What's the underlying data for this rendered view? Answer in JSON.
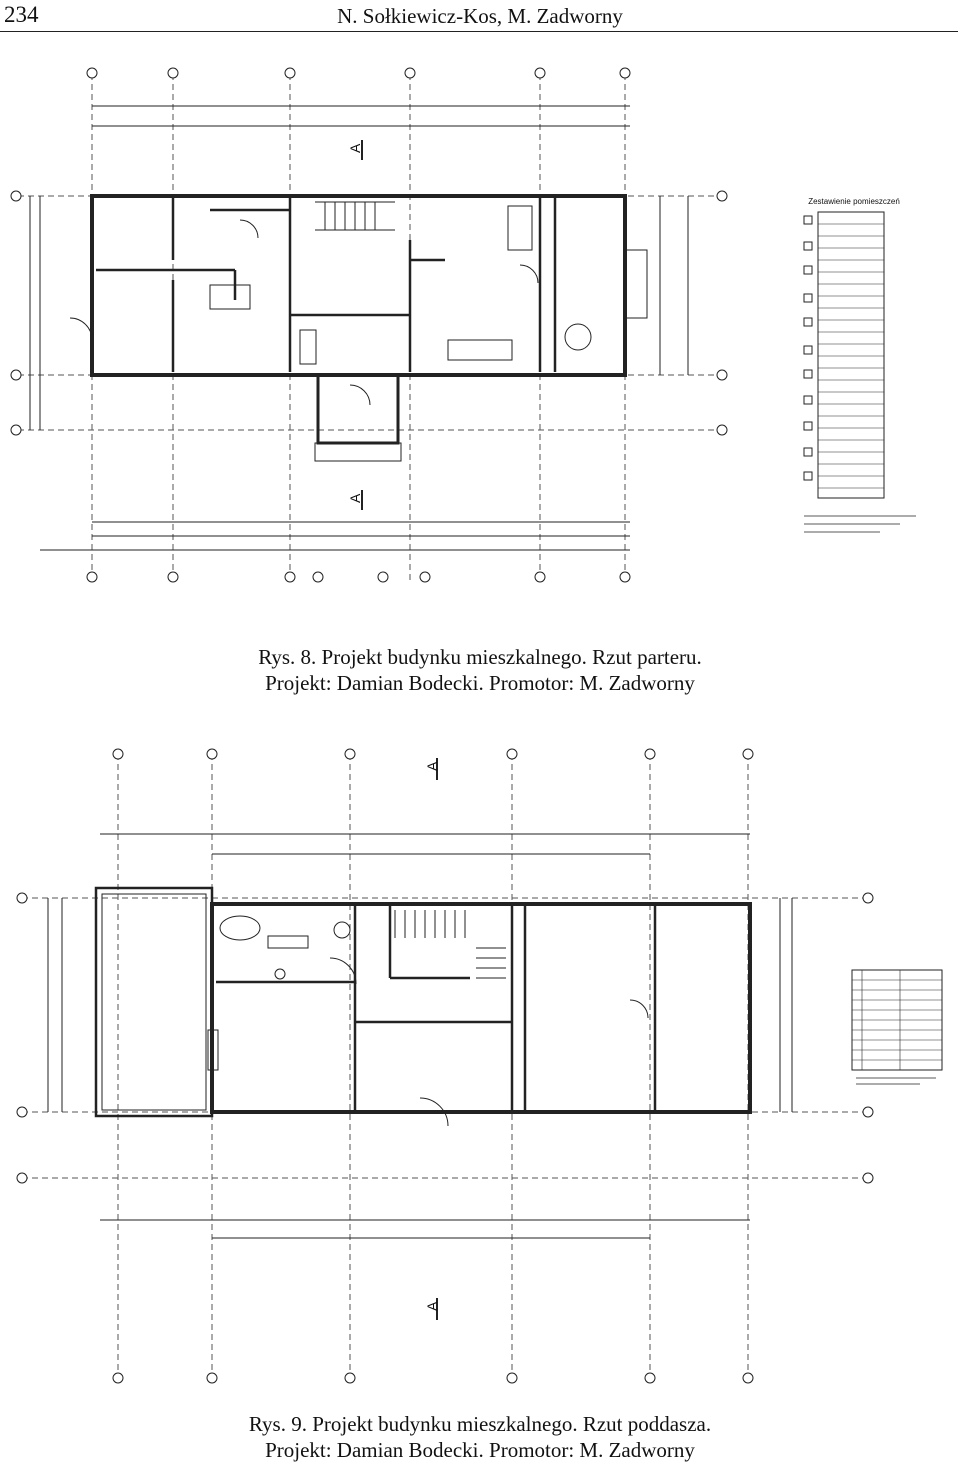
{
  "header": {
    "page_number": "234",
    "running_head": "N. Sołkiewicz-Kos, M. Zadworny"
  },
  "figures": [
    {
      "caption_line1": "Rys. 8. Projekt budynku mieszkalnego. Rzut parteru.",
      "caption_line2": "Projekt: Damian Bodecki. Promotor: M. Zadworny",
      "legend_title": "Zestawienie pomieszczeń",
      "section_marker": "A"
    },
    {
      "caption_line1": "Rys. 9. Projekt budynku mieszkalnego. Rzut poddasza.",
      "caption_line2": "Projekt: Damian Bodecki. Promotor: M. Zadworny",
      "section_marker": "A"
    }
  ]
}
